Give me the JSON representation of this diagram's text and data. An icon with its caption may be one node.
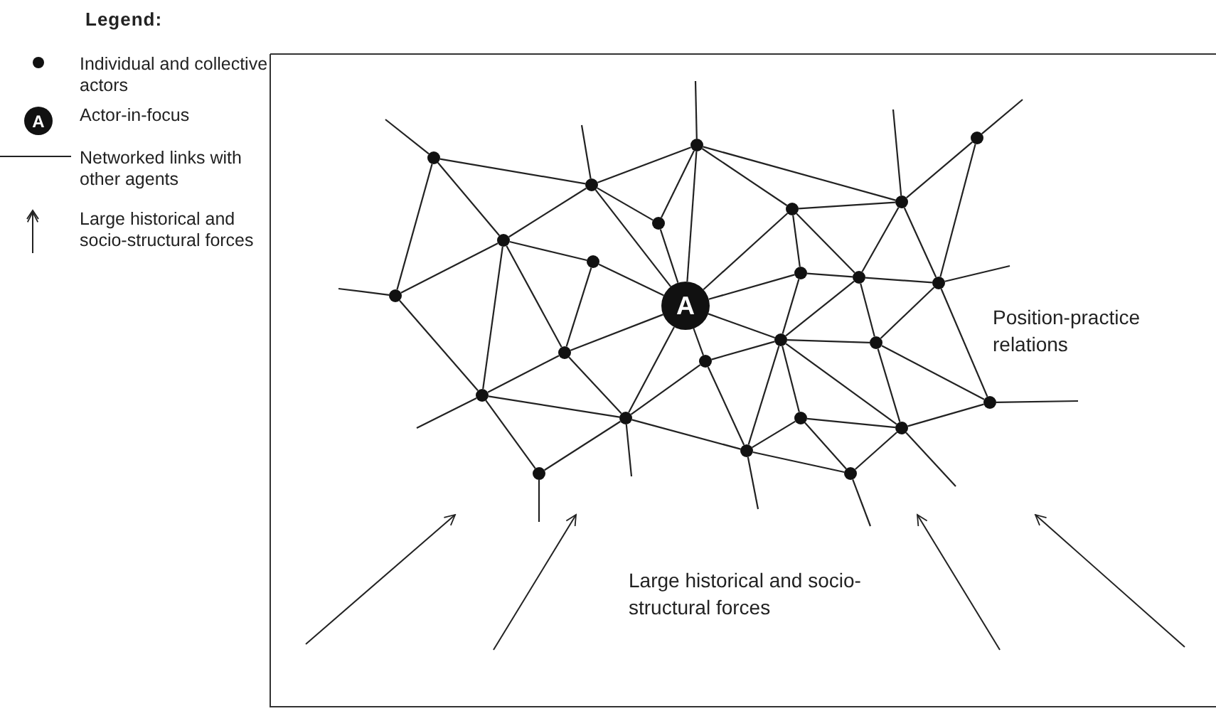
{
  "diagram": {
    "nodes": [
      {
        "text": [],
        "shape": "circle"
      },
      {
        "text": [],
        "shape": "circle"
      },
      {
        "text": [],
        "shape": "circle"
      },
      {
        "text": [],
        "shape": "circle"
      },
      {
        "text": [],
        "shape": "circle"
      },
      {
        "text": [],
        "shape": "circle"
      },
      {
        "text": [],
        "shape": "circle"
      },
      {
        "text": [],
        "shape": "circle"
      },
      {
        "text": [],
        "shape": "circle"
      },
      {
        "text": [],
        "shape": "circle"
      },
      {
        "text": [],
        "shape": "circle"
      },
      {
        "text": [],
        "shape": "circle"
      },
      {
        "text": [],
        "shape": "circle"
      },
      {
        "text": [
          "A"
        ]
      },
      {
        "text": [],
        "shape": "circle"
      },
      {
        "text": [],
        "shape": "circle"
      },
      {
        "text": [],
        "shape": "circle"
      },
      {
        "text": [],
        "shape": "circle"
      },
      {
        "text": [],
        "shape": "circle"
      },
      {
        "text": [],
        "shape": "circle"
      },
      {
        "text": [],
        "shape": "circle"
      },
      {
        "text": [],
        "shape": "circle"
      },
      {
        "text": [],
        "shape": "circle"
      },
      {
        "text": [],
        "shape": "circle"
      },
      {
        "text": [],
        "shape": "circle"
      },
      {
        "text": [],
        "shape": "circle"
      }
    ],
    "edges": [
      {
        "from": 2,
        "to": null,
        "arrow": "none"
      },
      {
        "from": 3,
        "to": null,
        "arrow": "none"
      },
      {
        "from": 1,
        "to": null,
        "arrow": "none"
      },
      {
        "from": 4,
        "to": null,
        "arrow": "none"
      },
      {
        "from": 0,
        "to": null,
        "arrow": "none"
      },
      {
        "from": 11,
        "to": null,
        "arrow": "none"
      },
      {
        "from": 12,
        "to": null,
        "arrow": "none"
      },
      {
        "from": 19,
        "to": null,
        "arrow": "none"
      },
      {
        "from": 18,
        "to": null,
        "arrow": "none"
      },
      {
        "from": 20,
        "to": null,
        "arrow": "none"
      },
      {
        "from": 22,
        "to": null,
        "arrow": "none"
      },
      {
        "from": 23,
        "to": null,
        "arrow": "none"
      },
      {
        "from": 25,
        "to": null,
        "arrow": "none"
      },
      {
        "from": 24,
        "to": null,
        "arrow": "none"
      },
      {
        "from": 2,
        "to": 3,
        "arrow": "none"
      },
      {
        "from": 2,
        "to": 7,
        "arrow": "none"
      },
      {
        "from": 2,
        "to": 12,
        "arrow": "none"
      },
      {
        "from": 3,
        "to": 1,
        "arrow": "none"
      },
      {
        "from": 3,
        "to": 7,
        "arrow": "none"
      },
      {
        "from": 3,
        "to": 6,
        "arrow": "none"
      },
      {
        "from": 3,
        "to": 13,
        "arrow": "none"
      },
      {
        "from": 1,
        "to": 6,
        "arrow": "none"
      },
      {
        "from": 1,
        "to": 13,
        "arrow": "none"
      },
      {
        "from": 1,
        "to": 5,
        "arrow": "none"
      },
      {
        "from": 1,
        "to": 4,
        "arrow": "none"
      },
      {
        "from": 6,
        "to": 13,
        "arrow": "none"
      },
      {
        "from": 7,
        "to": 8,
        "arrow": "none"
      },
      {
        "from": 7,
        "to": 12,
        "arrow": "none"
      },
      {
        "from": 7,
        "to": 18,
        "arrow": "none"
      },
      {
        "from": 7,
        "to": 16,
        "arrow": "none"
      },
      {
        "from": 8,
        "to": 13,
        "arrow": "none"
      },
      {
        "from": 8,
        "to": 16,
        "arrow": "none"
      },
      {
        "from": 12,
        "to": 18,
        "arrow": "none"
      },
      {
        "from": 0,
        "to": 4,
        "arrow": "none"
      },
      {
        "from": 0,
        "to": 11,
        "arrow": "none"
      },
      {
        "from": 4,
        "to": 5,
        "arrow": "none"
      },
      {
        "from": 4,
        "to": 10,
        "arrow": "none"
      },
      {
        "from": 4,
        "to": 11,
        "arrow": "none"
      },
      {
        "from": 5,
        "to": 9,
        "arrow": "none"
      },
      {
        "from": 5,
        "to": 10,
        "arrow": "none"
      },
      {
        "from": 5,
        "to": 13,
        "arrow": "none"
      },
      {
        "from": 9,
        "to": 13,
        "arrow": "none"
      },
      {
        "from": 9,
        "to": 10,
        "arrow": "none"
      },
      {
        "from": 9,
        "to": 14,
        "arrow": "none"
      },
      {
        "from": 10,
        "to": 14,
        "arrow": "none"
      },
      {
        "from": 10,
        "to": 15,
        "arrow": "none"
      },
      {
        "from": 10,
        "to": 11,
        "arrow": "none"
      },
      {
        "from": 11,
        "to": 15,
        "arrow": "none"
      },
      {
        "from": 11,
        "to": 19,
        "arrow": "none"
      },
      {
        "from": 13,
        "to": 14,
        "arrow": "none"
      },
      {
        "from": 13,
        "to": 17,
        "arrow": "none"
      },
      {
        "from": 13,
        "to": 16,
        "arrow": "none"
      },
      {
        "from": 13,
        "to": 20,
        "arrow": "none"
      },
      {
        "from": 17,
        "to": 14,
        "arrow": "none"
      },
      {
        "from": 17,
        "to": 20,
        "arrow": "none"
      },
      {
        "from": 17,
        "to": 23,
        "arrow": "none"
      },
      {
        "from": 14,
        "to": 15,
        "arrow": "none"
      },
      {
        "from": 14,
        "to": 21,
        "arrow": "none"
      },
      {
        "from": 14,
        "to": 23,
        "arrow": "none"
      },
      {
        "from": 14,
        "to": 22,
        "arrow": "none"
      },
      {
        "from": 15,
        "to": 22,
        "arrow": "none"
      },
      {
        "from": 15,
        "to": 19,
        "arrow": "none"
      },
      {
        "from": 19,
        "to": 22,
        "arrow": "none"
      },
      {
        "from": 21,
        "to": 22,
        "arrow": "none"
      },
      {
        "from": 21,
        "to": 23,
        "arrow": "none"
      },
      {
        "from": 21,
        "to": 25,
        "arrow": "none"
      },
      {
        "from": 22,
        "to": 25,
        "arrow": "none"
      },
      {
        "from": 23,
        "to": 25,
        "arrow": "none"
      },
      {
        "from": 23,
        "to": 20,
        "arrow": "none"
      },
      {
        "from": 16,
        "to": 18,
        "arrow": "none"
      },
      {
        "from": 16,
        "to": 20,
        "arrow": "none"
      },
      {
        "from": 18,
        "to": 20,
        "arrow": "none"
      },
      {
        "from": 18,
        "to": 24,
        "arrow": "none"
      },
      {
        "from": 20,
        "to": 24,
        "arrow": "none"
      }
    ],
    "labels": [
      "Legend:",
      "A",
      "Position-practice relations",
      "Large historical and socio-structural forces"
    ],
    "legend": [
      {
        "text": "Individual and collective actors"
      },
      {
        "text": "Actor-in-focus"
      },
      {
        "text": "Networked links with other agents"
      },
      {
        "text": "Large historical and socio-structural forces"
      }
    ]
  }
}
